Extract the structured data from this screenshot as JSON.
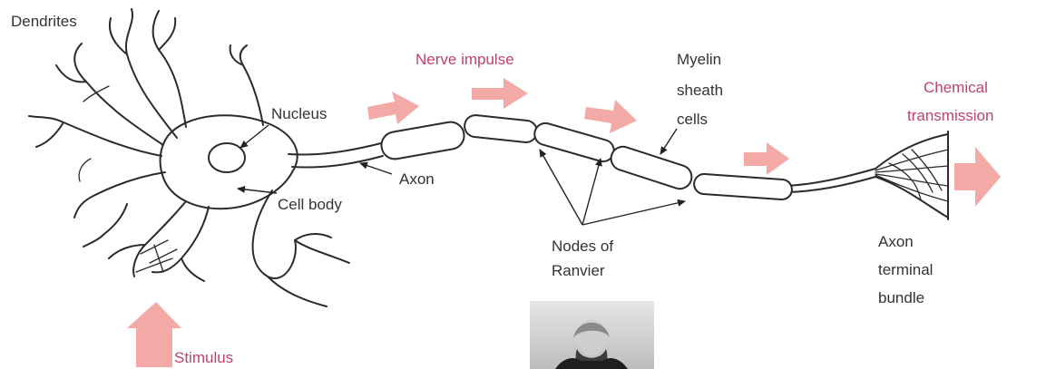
{
  "labels": {
    "dendrites": "Dendrites",
    "nucleus": "Nucleus",
    "cell_body": "Cell body",
    "axon": "Axon",
    "nerve_impulse": "Nerve impulse",
    "myelin": [
      "Myelin",
      "sheath",
      "cells"
    ],
    "nodes_of_ranvier": [
      "Nodes of",
      "Ranvier"
    ],
    "chemical_transmission": [
      "Chemical",
      "transmission"
    ],
    "axon_terminal": [
      "Axon",
      "terminal",
      "bundle"
    ],
    "stimulus": "Stimulus"
  },
  "colors": {
    "label_text": "#333333",
    "accent_text": "#c0426a",
    "impulse_arrow": "#f3a9a5",
    "outline": "#2b2b2b"
  }
}
